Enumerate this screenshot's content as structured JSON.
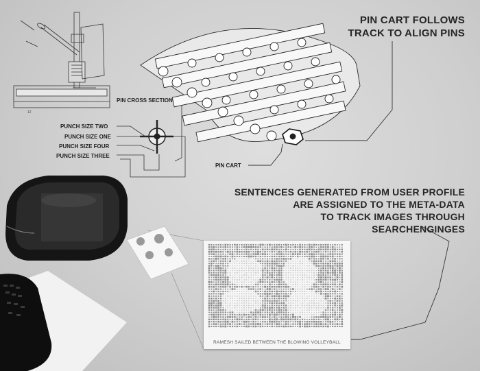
{
  "callouts": {
    "pin_cart": [
      "PIN CART FOLLOWS",
      "TRACK TO ALIGN PINS"
    ],
    "sentences": [
      "SENTENCES GENERATED FROM USER PROFILE",
      "ARE ASSIGNED TO THE META-DATA",
      "TO TRACK IMAGES THROUGH",
      "SEARCHENGINGES"
    ]
  },
  "labels": {
    "pin_cross_section": "PIN CROSS SECTION",
    "punch_two": "PUNCH SIZE TWO",
    "punch_one": "PUNCH SIZE ONE",
    "punch_four": "PUNCH SIZE FOUR",
    "punch_three": "PUNCH SIZE THREE",
    "pin_cart": "PIN CART"
  },
  "card": {
    "caption": "RAMESH SAILED BETWEEN THE BLOWING VOLLEYBALL"
  },
  "colors": {
    "background": "#cfcfcf",
    "ink": "#262626",
    "device": "#151515",
    "card": "#f6f6f6"
  }
}
